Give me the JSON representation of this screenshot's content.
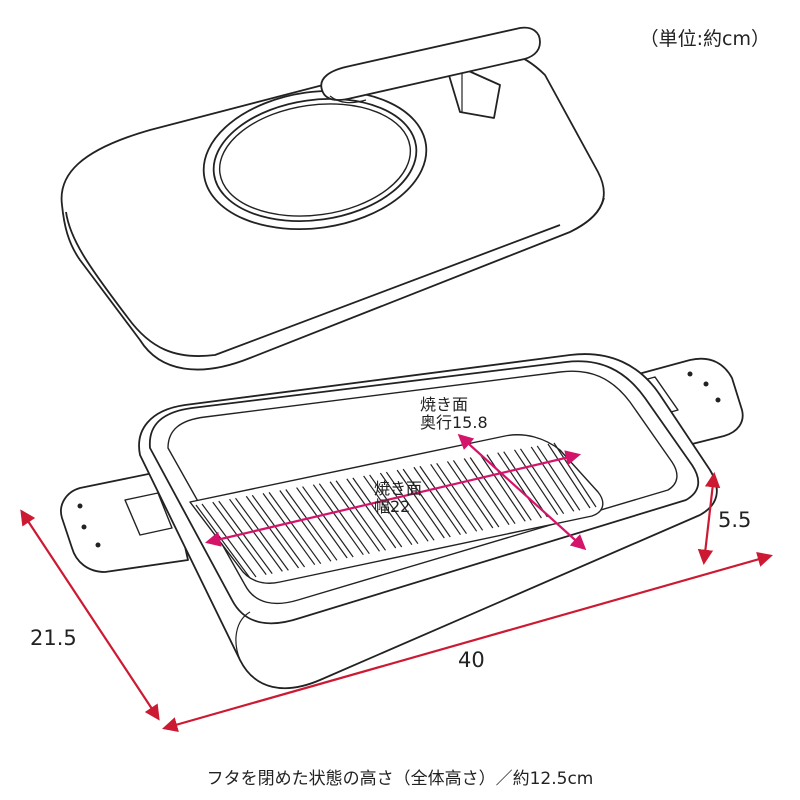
{
  "unit_note": "（単位:約cm）",
  "dimensions": {
    "depth": "21.5",
    "width": "40",
    "height": "5.5"
  },
  "cooking_surface": {
    "title_1": "焼き面",
    "depth_value": "奥行15.8",
    "title_2": "焼き面",
    "width_value": "幅22"
  },
  "caption": "フタを閉めた状態の高さ（全体高さ）／約12.5cm",
  "colors": {
    "line": "#222222",
    "dimension_arrow": "#cc1a33",
    "surface_arrow": "#d4146a"
  }
}
